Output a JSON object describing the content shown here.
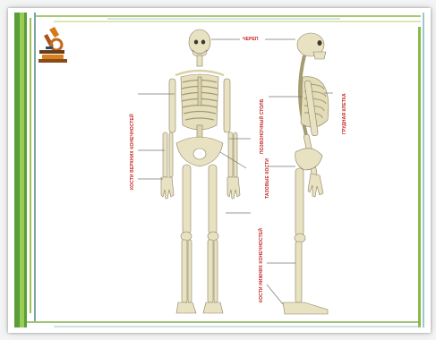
{
  "slide": {
    "icon": "microscope-icon",
    "colors": {
      "accent_green": "#3c8a2e",
      "accent_light_green": "#9ccd3a",
      "accent_teal": "#7ab0b0",
      "label_red": "#c21f1f",
      "bone": "#e8e2c2"
    }
  },
  "labels": {
    "skull": "ЧЕРЕП",
    "upper_limbs": "КОСТИ ВЕРХНИХ КОНЕЧНОСТЕЙ",
    "spine": "ПОЗВОНОЧНЫЙ СТОЛБ",
    "chest": "ГРУДНАЯ КЛЕТКА",
    "pelvis": "ТАЗОВЫЕ КОСТИ",
    "lower_limbs": "КОСТИ НИЖНИХ КОНЕЧНОСТЕЙ"
  }
}
